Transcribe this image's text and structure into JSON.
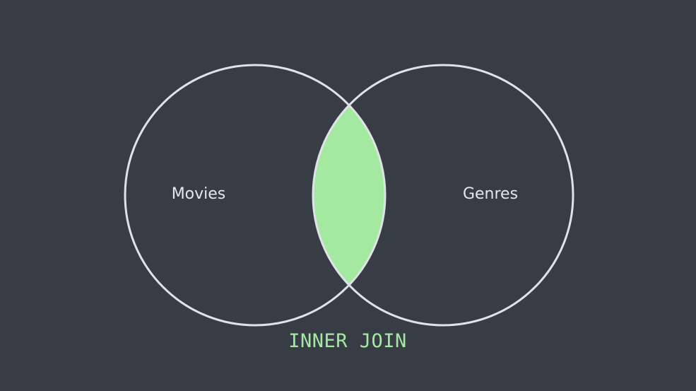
{
  "diagram": {
    "sets": [
      {
        "label": "Movies"
      },
      {
        "label": "Genres"
      }
    ],
    "caption": "INNER JOIN",
    "colors": {
      "background": "#383d45",
      "circle_stroke": "#dfe3e8",
      "intersection_fill": "#a3e99f",
      "caption_text": "#a3e99f",
      "label_text": "#e4e7ea"
    }
  }
}
